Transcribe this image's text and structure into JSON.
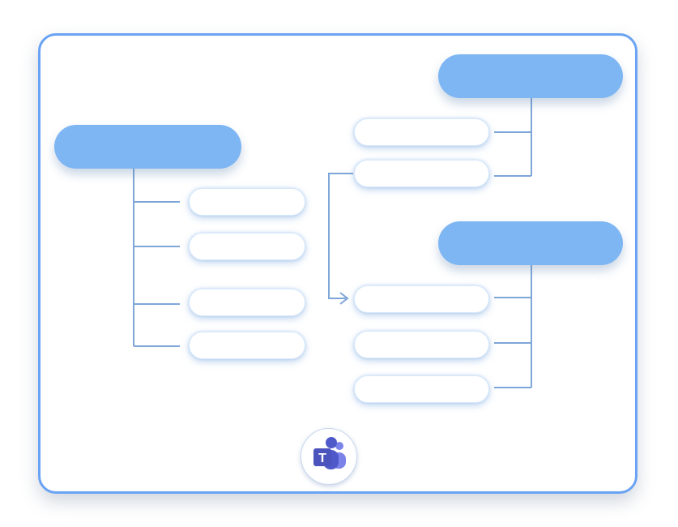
{
  "diagram": {
    "groups": [
      {
        "id": "left-group",
        "items": 4
      },
      {
        "id": "top-right-group",
        "items": 2
      },
      {
        "id": "bottom-right-group",
        "items": 3
      }
    ]
  },
  "logo": {
    "icon": "microsoft-teams-icon",
    "letter": "T"
  },
  "colors": {
    "frame_border": "#6aa3f3",
    "header_pill": "#7db6f3",
    "connector": "#7fa6d8",
    "item_glow": "#6ea0dc",
    "teams_dark": "#4b53bc",
    "teams_light": "#7b83eb"
  }
}
